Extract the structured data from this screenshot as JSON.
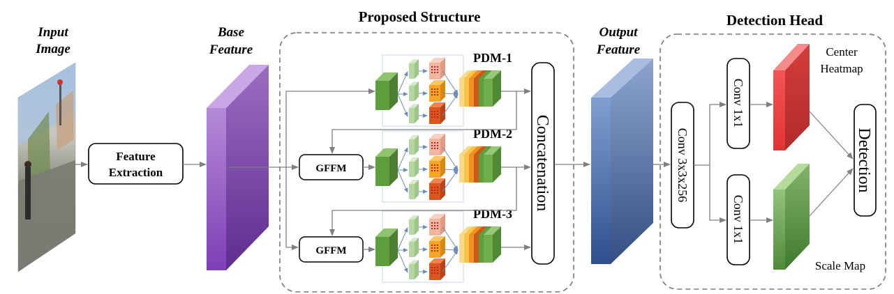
{
  "labels": {
    "input_image": [
      "Input",
      "Image"
    ],
    "base_feature": [
      "Base",
      "Feature"
    ],
    "output_feature": [
      "Output",
      "Feature"
    ],
    "feature_extraction": [
      "Feature",
      "Extraction"
    ],
    "proposed_structure": "Proposed Structure",
    "detection_head": "Detection Head",
    "pdm": [
      "PDM-1",
      "PDM-2",
      "PDM-3"
    ],
    "gffm": "GFFM",
    "concatenation": "Concatenation",
    "conv3": "Conv 3x3x256",
    "conv1": "Conv 1x1",
    "center_heatmap": [
      "Center",
      "Heatmap"
    ],
    "scale_map": "Scale Map",
    "detection": "Detection"
  },
  "colors": {
    "base_feature": "#9a62c8",
    "output_feature": "#5577aa",
    "heatmap": "#dd3b3b",
    "scale_map": "#6fa653",
    "arrow": "#808080",
    "dashed": "#777777"
  }
}
